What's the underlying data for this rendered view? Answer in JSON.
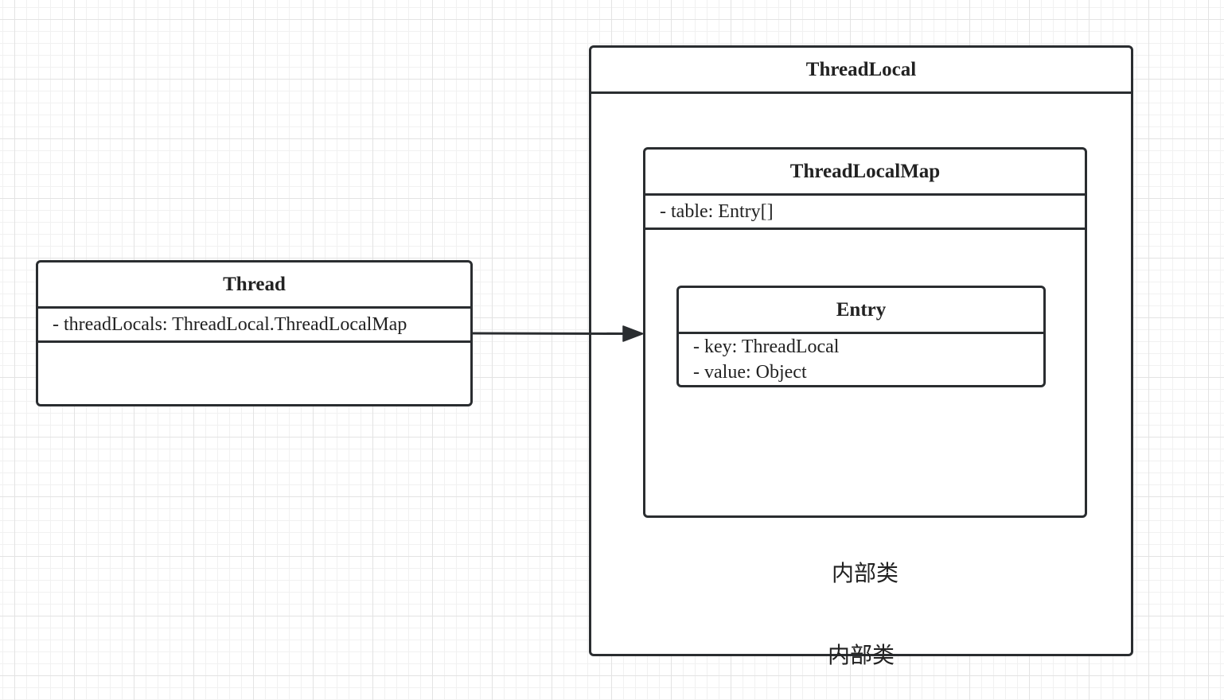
{
  "classes": {
    "thread": {
      "name": "Thread",
      "attributes": [
        "- threadLocals: ThreadLocal.ThreadLocalMap"
      ]
    },
    "threadlocal": {
      "name": "ThreadLocal",
      "note": "内部类"
    },
    "threadlocalmap": {
      "name": "ThreadLocalMap",
      "attributes": [
        "- table: Entry[]"
      ],
      "note": "内部类"
    },
    "entry": {
      "name": "Entry",
      "attributes": [
        "- key: ThreadLocal",
        "- value: Object"
      ]
    }
  },
  "connectors": [
    {
      "from": "Thread",
      "to": "ThreadLocalMap",
      "arrow": "filled-triangle"
    }
  ],
  "colors": {
    "stroke": "#2a2d30",
    "grid": "#e3e3e3",
    "background": "#ffffff"
  }
}
